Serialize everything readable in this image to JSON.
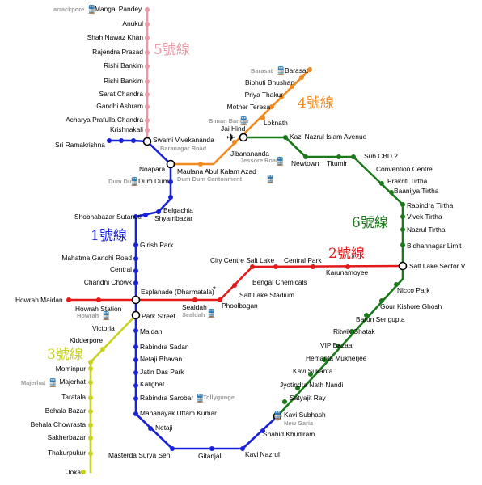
{
  "colors": {
    "line1": "#1a22d8",
    "line2": "#e41a1a",
    "line3": "#c8d21e",
    "line4": "#f08a1e",
    "line5": "#e89aa6",
    "line6": "#1a7a1a"
  },
  "icons": {
    "rail": "train-icon",
    "airport": "airplane-icon"
  },
  "lines": {
    "line1": "1號線",
    "line2": "2號線",
    "line3": "3號線",
    "line4": "4號線",
    "line5": "5號線",
    "line6": "6號線"
  },
  "stations": {
    "mangal_pandey": "Mangal Pandey",
    "anukul": "Anukul",
    "shah_nawaz_khan": "Shah Nawaz Khan",
    "rajendra_prasad": "Rajendra Prasad",
    "rishi_bankim_1": "Rishi Bankim",
    "rishi_bankim_2": "Rishi Bankim",
    "sarat_chandra": "Sarat Chandra",
    "gandhi_ashram": "Gandhi Ashram",
    "acharya_prafulla_chandra": "Acharya Prafulla Chandra",
    "krishnakali": "Krishnakali",
    "sri_ramakrishna": "Sri Ramakrishna",
    "swami_vivekananda": "Swami Vivekananda",
    "noapara": "Noapara",
    "dum_dum": "Dum Dum",
    "belgachia": "Belgachia",
    "shyambazar": "Shyambazar",
    "shobhabazar_sutanuti": "Shobhabazar Sutanuti",
    "girish_park": "Girish Park",
    "mahatma_gandhi_road": "Mahatma Gandhi Road",
    "central": "Central",
    "chandni_chowk": "Chandni Chowk",
    "esplanade": "Esplanade (Dharmatala)",
    "howrah_maidan": "Howrah Maidan",
    "howrah_station": "Howrah Station",
    "park_street": "Park Street",
    "sealdah": "Sealdah",
    "phoolbagan": "Phoolbagan",
    "salt_lake_stadium": "Salt Lake Stadium",
    "bengal_chemicals": "Bengal Chemicals",
    "city_centre_salt_lake": "City Centre Salt Lake",
    "central_park": "Central Park",
    "karunamoyee": "Karunamoyee",
    "salt_lake_sector_v": "Salt Lake Sector V",
    "barasat": "Barasat",
    "bibhuti_bhushan": "Bibhuti Bhushan",
    "priya_thakur": "Priya Thakur",
    "mother_teresa": "Mother Teresa",
    "loknath": "Loknath",
    "jai_hind": "Jai Hind",
    "jibanananda": "Jibanananda",
    "maulana_abul_kalam_azad": "Maulana Abul Kalam Azad",
    "kazi_nazrul_islam_avenue": "Kazi Nazrul Islam Avenue",
    "newtown": "Newtown",
    "titumir": "Titumir",
    "sub_cbd_2": "Sub CBD 2",
    "convention_centre": "Convention Centre",
    "prakriti_tirtha": "Prakriti Tirtha",
    "baanijya_tirtha": "Baanijya Tirtha",
    "rabindra_tirtha": "Rabindra Tirtha",
    "vivek_tirtha": "Vivek Tirtha",
    "nazrul_tirtha": "Nazrul Tirtha",
    "bidhannagar_limit": "Bidhannagar Limit",
    "nicco_park": "Nicco Park",
    "gour_kishore_ghosh": "Gour Kishore Ghosh",
    "barun_sengupta": "Barun Sengupta",
    "ritwik_ghatak": "Ritwik Ghatak",
    "vip_bazaar": "VIP Bazaar",
    "hemanta_mukherjee": "Hemanta Mukherjee",
    "kavi_sukanta": "Kavi Sukanta",
    "jyotindra_nath_nandi": "Jyotindra Nath Nandi",
    "satyajit_ray": "Satyajit Ray",
    "kavi_subhash": "Kavi Subhash",
    "shahid_khudiram": "Shahid Khudiram",
    "kavi_nazrul": "Kavi Nazrul",
    "gitanjali": "Gitanjali",
    "masterda_surya_sen": "Masterda Surya Sen",
    "netaji": "Netaji",
    "mahanayak_uttam_kumar": "Mahanayak Uttam Kumar",
    "rabindra_sarobar": "Rabindra Sarobar",
    "kalighat": "Kalighat",
    "jatin_das_park": "Jatin Das Park",
    "netaji_bhavan": "Netaji Bhavan",
    "rabindra_sadan": "Rabindra Sadan",
    "maidan": "Maidan",
    "kidderpore": "Kidderpore",
    "victoria": "Victoria",
    "mominpur": "Mominpur",
    "majerhat": "Majerhat",
    "taratala": "Taratala",
    "behala_bazar": "Behala Bazar",
    "behala_chowrasta": "Behala Chowrasta",
    "sakherbazar": "Sakherbazar",
    "thakurpukur": "Thakurpukur",
    "joka": "Joka"
  },
  "rail_labels": {
    "barrackpore": "arrackpore",
    "baranagar_road": "Baranagar Road",
    "dum_dum": "Dum Dum",
    "biman_bandar": "Biman Bandar",
    "barasat": "Barasat",
    "jessore_road": "Jessore Road",
    "dum_dum_cantonment": "Dum Dum Cantonment",
    "howrah": "Howrah",
    "sealdah": "Sealdah",
    "tollygunge": "Tollygunge",
    "new_garia": "New Garia",
    "majerhat": "Majerhat"
  },
  "notes": {
    "asterisk": "*"
  }
}
